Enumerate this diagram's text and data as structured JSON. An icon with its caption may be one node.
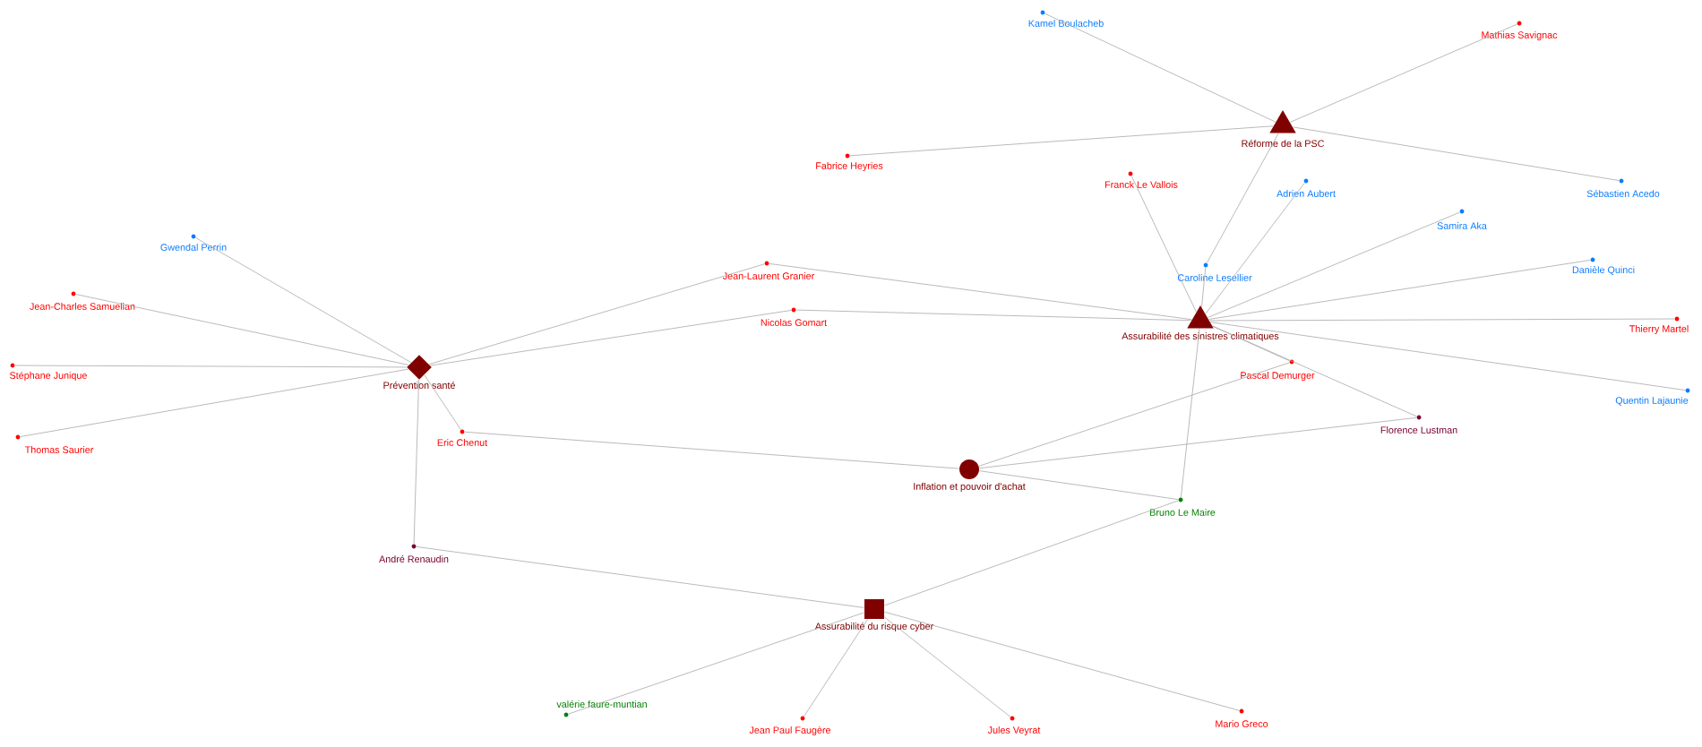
{
  "diagram": {
    "nodes": [
      {
        "text": [
          "Réforme de la PSC"
        ]
      },
      {
        "text": [
          "Kamel Boulacheb"
        ]
      },
      {
        "text": [
          "Mathias Savignac"
        ]
      },
      {
        "text": [
          "Fabrice Heyries"
        ]
      },
      {
        "text": [
          "Sébastien Acedo"
        ]
      },
      {
        "text": [
          "Franck Le Vallois"
        ]
      },
      {
        "text": [
          "Adrien Aubert"
        ]
      },
      {
        "text": [
          "Samira Aka"
        ]
      },
      {
        "text": [
          "Caroline Lesellier"
        ]
      },
      {
        "text": [
          "Jean-Laurent Granier"
        ]
      },
      {
        "text": [
          "Danièle Quinci"
        ]
      },
      {
        "text": [
          "Assurabilité des sinistres climatiques"
        ]
      },
      {
        "text": [
          "Thierry Martel"
        ]
      },
      {
        "text": [
          "Nicolas Gomart"
        ]
      },
      {
        "text": [
          "Gwendal Perrin"
        ]
      },
      {
        "text": [
          "Jean-Charles Samuelian"
        ]
      },
      {
        "text": [
          "Prévention santé"
        ]
      },
      {
        "text": [
          "Stéphane Junique"
        ]
      },
      {
        "text": [
          "Pascal Demurger"
        ]
      },
      {
        "text": [
          "Quentin Lajaunie"
        ]
      },
      {
        "text": [
          "Thomas Saurier"
        ]
      },
      {
        "text": [
          "Eric Chenut"
        ]
      },
      {
        "text": [
          "Florence Lustman"
        ]
      },
      {
        "text": [
          "Inflation et pouvoir d'achat"
        ]
      },
      {
        "text": [
          "Bruno Le Maire"
        ]
      },
      {
        "text": [
          "André Renaudin"
        ]
      },
      {
        "text": [
          "Assurabilité du risque cyber"
        ]
      },
      {
        "text": [
          "valérie faure-muntian"
        ]
      },
      {
        "text": [
          "Jean Paul Faugère"
        ]
      },
      {
        "text": [
          "Jules Veyrat"
        ]
      },
      {
        "text": [
          "Mario Greco"
        ]
      }
    ],
    "edges": [
      {
        "from": 0,
        "to": 1,
        "arrow": "none"
      },
      {
        "from": 0,
        "to": 2,
        "arrow": "none"
      },
      {
        "from": 0,
        "to": 3,
        "arrow": "none"
      },
      {
        "from": 0,
        "to": 4,
        "arrow": "none"
      },
      {
        "from": 0,
        "to": 8,
        "arrow": "none"
      },
      {
        "from": 11,
        "to": 5,
        "arrow": "none"
      },
      {
        "from": 11,
        "to": 8,
        "arrow": "none"
      },
      {
        "from": 11,
        "to": 6,
        "arrow": "none"
      },
      {
        "from": 11,
        "to": 7,
        "arrow": "none"
      },
      {
        "from": 11,
        "to": 10,
        "arrow": "none"
      },
      {
        "from": 11,
        "to": 12,
        "arrow": "none"
      },
      {
        "from": 11,
        "to": 19,
        "arrow": "none"
      },
      {
        "from": 11,
        "to": 18,
        "arrow": "none"
      },
      {
        "from": 11,
        "to": 22,
        "arrow": "none"
      },
      {
        "from": 11,
        "to": 9,
        "arrow": "none"
      },
      {
        "from": 11,
        "to": 13,
        "arrow": "none"
      },
      {
        "from": 11,
        "to": 24,
        "arrow": "none"
      },
      {
        "from": 16,
        "to": 14,
        "arrow": "none"
      },
      {
        "from": 16,
        "to": 15,
        "arrow": "none"
      },
      {
        "from": 16,
        "to": 17,
        "arrow": "none"
      },
      {
        "from": 16,
        "to": 20,
        "arrow": "none"
      },
      {
        "from": 16,
        "to": 9,
        "arrow": "none"
      },
      {
        "from": 16,
        "to": 13,
        "arrow": "none"
      },
      {
        "from": 16,
        "to": 21,
        "arrow": "none"
      },
      {
        "from": 16,
        "to": 25,
        "arrow": "none"
      },
      {
        "from": 23,
        "to": 21,
        "arrow": "none"
      },
      {
        "from": 23,
        "to": 18,
        "arrow": "none"
      },
      {
        "from": 23,
        "to": 22,
        "arrow": "none"
      },
      {
        "from": 23,
        "to": 24,
        "arrow": "none"
      },
      {
        "from": 26,
        "to": 25,
        "arrow": "none"
      },
      {
        "from": 26,
        "to": 24,
        "arrow": "none"
      },
      {
        "from": 26,
        "to": 27,
        "arrow": "none"
      },
      {
        "from": 26,
        "to": 28,
        "arrow": "none"
      },
      {
        "from": 26,
        "to": 29,
        "arrow": "none"
      },
      {
        "from": 26,
        "to": 30,
        "arrow": "none"
      }
    ]
  }
}
